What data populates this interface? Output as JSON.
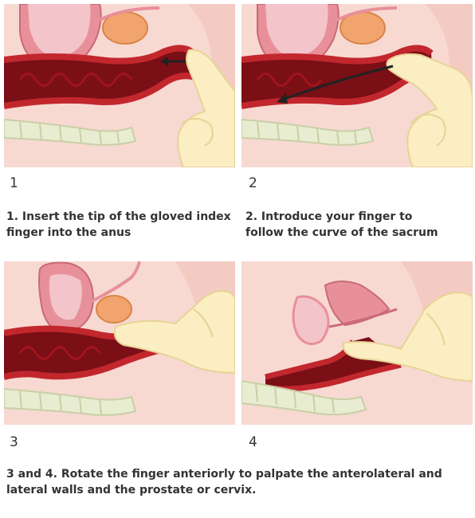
{
  "steps": [
    {
      "number": "1",
      "caption": "1. Insert the tip of the gloved index finger into the anus"
    },
    {
      "number": "2",
      "caption": "2. Introduce your finger to follow the curve of the sacrum"
    },
    {
      "number": "3",
      "caption": ""
    },
    {
      "number": "4",
      "caption": ""
    }
  ],
  "combined_caption": "3 and 4. Rotate the finger anteriorly to palpate the anterolateral and lateral walls and the prostate or cervix.",
  "colors": {
    "skin": "#f7d9d2",
    "skin_edge": "#e7b8ae",
    "bladder": "#e8909a",
    "bladder_inner": "#f3c4c9",
    "prostate": "#f2a46e",
    "rectum_wall": "#c2272d",
    "rectum_dark": "#7a0f16",
    "spine": "#e8ecd0",
    "spine_edge": "#c9cfa5",
    "glove": "#fbeec2",
    "glove_edge": "#e7d396",
    "arrow": "#222222"
  },
  "icons": [
    "anatomy-cross-section",
    "gloved-hand",
    "direction-arrow"
  ]
}
